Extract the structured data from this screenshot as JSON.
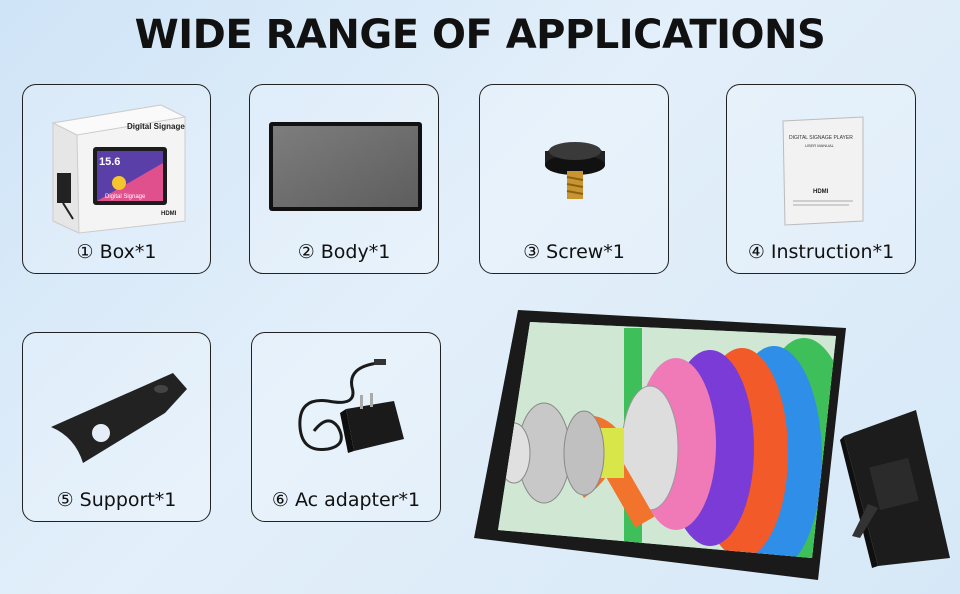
{
  "title": "WIDE RANGE OF APPLICATIONS",
  "items": [
    {
      "label": "① Box*1"
    },
    {
      "label": "② Body*1"
    },
    {
      "label": "③ Screw*1"
    },
    {
      "label": "④ Instruction*1"
    },
    {
      "label": "⑤ Support*1"
    },
    {
      "label": "⑥ Ac adapter*1"
    }
  ],
  "box_art": {
    "brand": "Digital Signage",
    "size": "15.6",
    "sub": "Digital Signage",
    "logo": "HDMI"
  },
  "manual_art": {
    "line1": "DIGITAL SIGNAGE PLAYER",
    "line2": "USER MANUAL",
    "logo": "HDMI"
  },
  "colors": {
    "card_border": "#222222",
    "gear_pink": "#f07ab8",
    "gear_purple": "#7a3bd6",
    "gear_orange": "#f25a2a",
    "gear_blue": "#2f8fe8",
    "gear_green": "#3fbf5a",
    "shaft_yellow": "#d8e64a"
  }
}
